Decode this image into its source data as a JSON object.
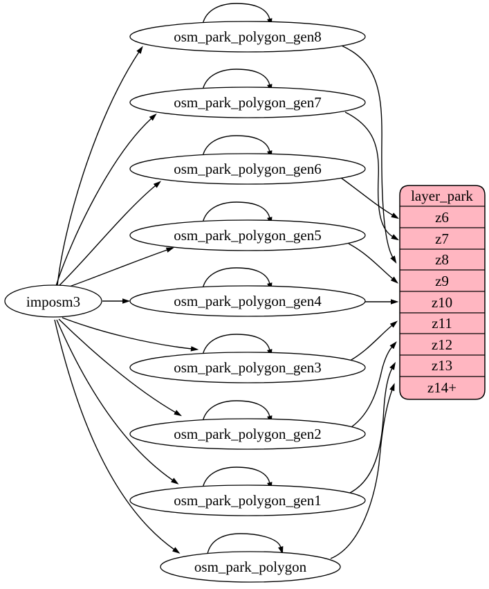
{
  "diagram": {
    "kind": "etl-graph",
    "source": {
      "label": "imposm3"
    },
    "tables": [
      {
        "label": "osm_park_polygon_gen8",
        "self_loop": true,
        "maps_to": "z8"
      },
      {
        "label": "osm_park_polygon_gen7",
        "self_loop": true,
        "maps_to": "z7"
      },
      {
        "label": "osm_park_polygon_gen6",
        "self_loop": true,
        "maps_to": "z6"
      },
      {
        "label": "osm_park_polygon_gen5",
        "self_loop": true,
        "maps_to": "z9"
      },
      {
        "label": "osm_park_polygon_gen4",
        "self_loop": true,
        "maps_to": "z10"
      },
      {
        "label": "osm_park_polygon_gen3",
        "self_loop": true,
        "maps_to": "z11"
      },
      {
        "label": "osm_park_polygon_gen2",
        "self_loop": true,
        "maps_to": "z12"
      },
      {
        "label": "osm_park_polygon_gen1",
        "self_loop": true,
        "maps_to": "z13"
      },
      {
        "label": "osm_park_polygon",
        "self_loop": true,
        "maps_to": "z14+"
      }
    ],
    "layer": {
      "title": "layer_park",
      "rows": [
        "z6",
        "z7",
        "z8",
        "z9",
        "z10",
        "z11",
        "z12",
        "z13",
        "z14+"
      ]
    },
    "colors": {
      "layer_fill": "#FFB6C1",
      "table_fill": "#FFFFFF",
      "line": "#000000",
      "background": "#FFFFFF"
    }
  }
}
